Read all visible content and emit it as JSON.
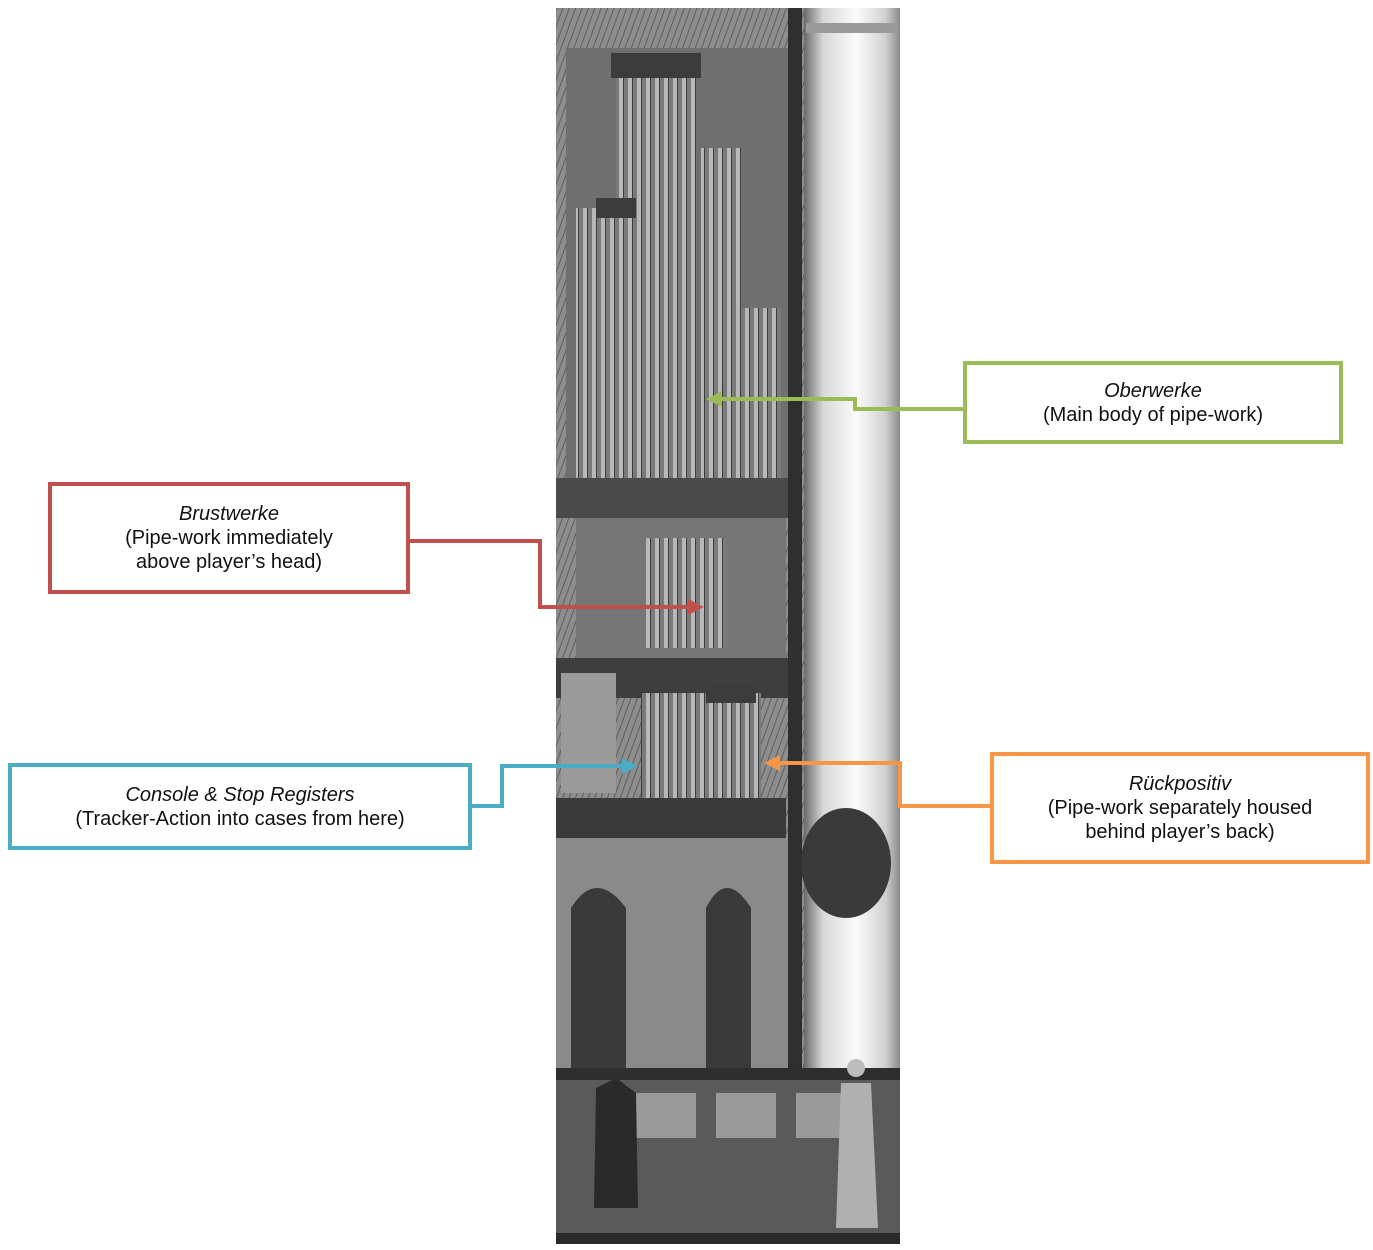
{
  "colors": {
    "oberwerke": "#9bbb59",
    "brustwerke": "#c0504d",
    "console": "#4bacc6",
    "ruckpositiv": "#f79646"
  },
  "labels": {
    "oberwerke": {
      "title": "Oberwerke",
      "desc": "(Main body of pipe-work)"
    },
    "brustwerke": {
      "title": "Brustwerke",
      "desc": "(Pipe-work immediately\nabove player’s head)"
    },
    "console": {
      "title": "Console & Stop Registers",
      "desc": "(Tracker-Action into cases from here)"
    },
    "ruckpositiv": {
      "title": "Rückpositiv",
      "desc": "(Pipe-work separately housed\nbehind player’s back)"
    }
  }
}
